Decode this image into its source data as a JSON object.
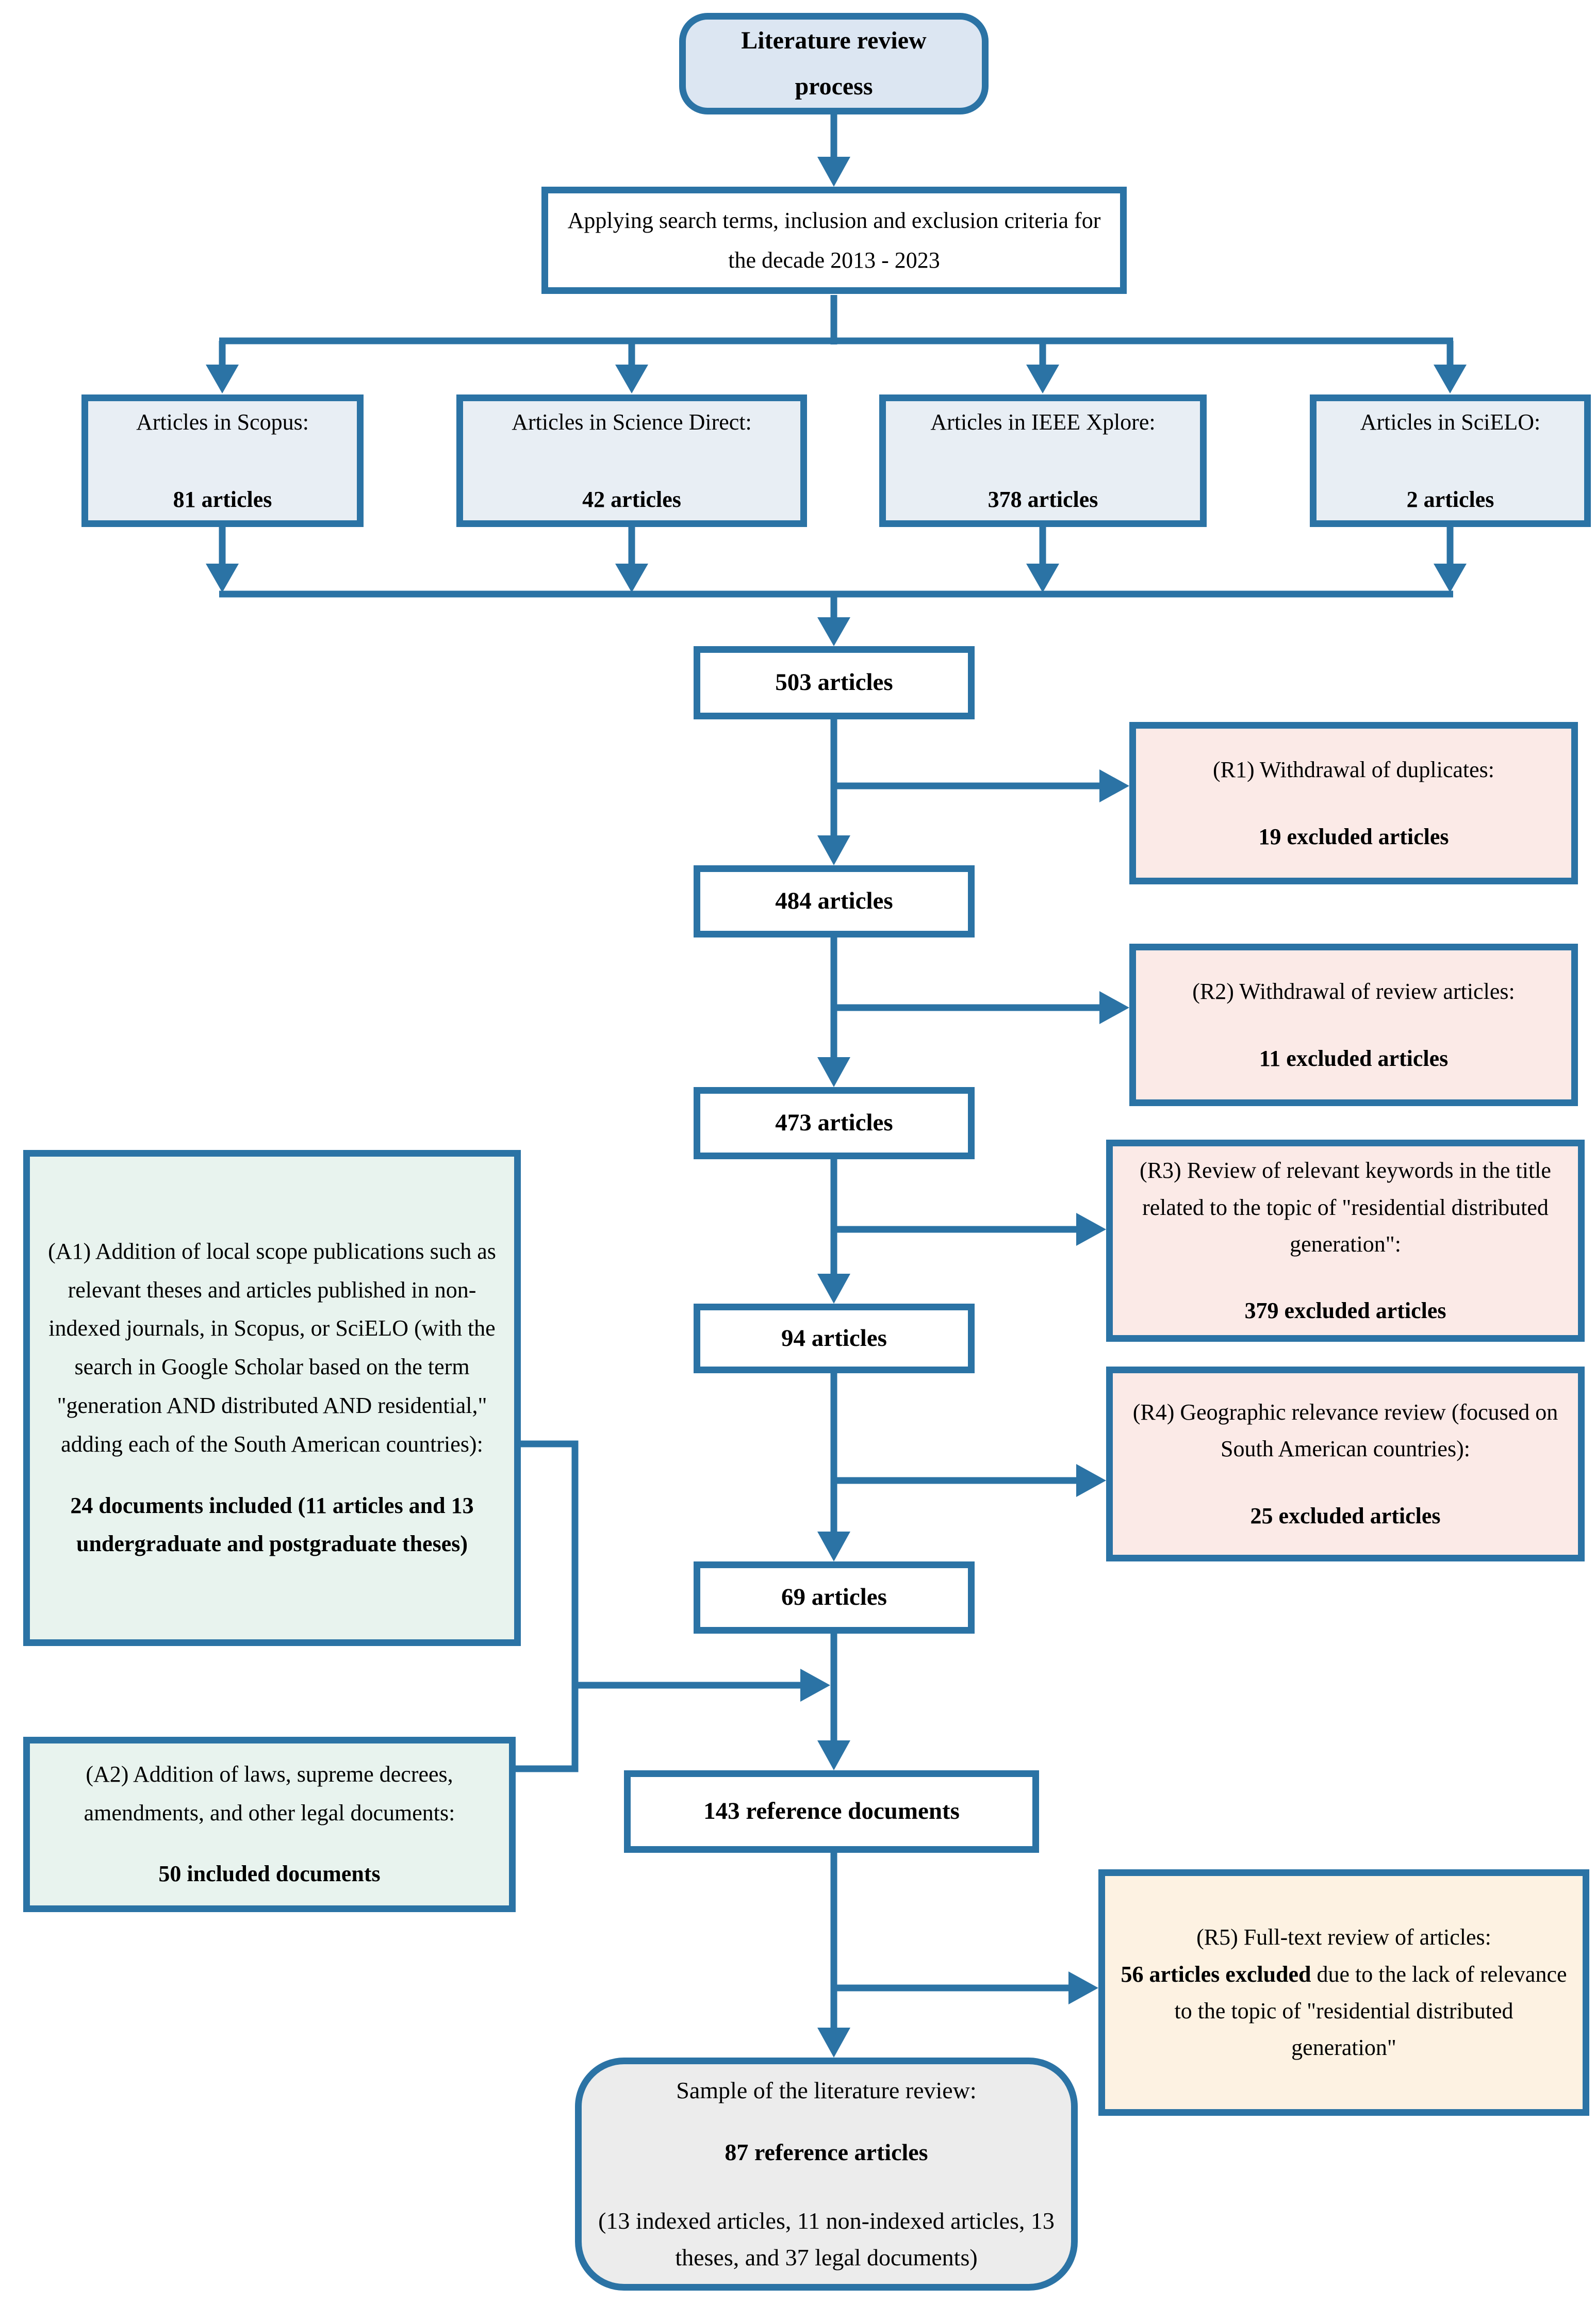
{
  "colors": {
    "accent": "#2b73a5",
    "fill_start": "#dce6f2",
    "fill_source": "#e8eef4",
    "fill_exclusion": "#fbeae7",
    "fill_exclusion_alt": "#fdf2e2",
    "fill_addition": "#e8f3ee",
    "fill_final": "#ececec"
  },
  "nodes": {
    "start": {
      "label": "Literature review process"
    },
    "search": {
      "label": "Applying search terms, inclusion and exclusion criteria for the decade 2013 - 2023"
    },
    "sources": [
      {
        "title": "Articles in Scopus:",
        "count": "81 articles"
      },
      {
        "title": "Articles in Science Direct:",
        "count": "42 articles"
      },
      {
        "title": "Articles in IEEE Xplore:",
        "count": "378 articles"
      },
      {
        "title": "Articles in SciELO:",
        "count": "2 articles"
      }
    ],
    "totals": [
      {
        "label": "503 articles"
      },
      {
        "label": "484 articles"
      },
      {
        "label": "473 articles"
      },
      {
        "label": "94 articles"
      },
      {
        "label": "69 articles"
      },
      {
        "label": "143 reference documents"
      }
    ],
    "exclusions": [
      {
        "id": "R1",
        "title": "(R1) Withdrawal of duplicates:",
        "count": "19 excluded articles"
      },
      {
        "id": "R2",
        "title": "(R2) Withdrawal of review articles:",
        "count": "11 excluded articles"
      },
      {
        "id": "R3",
        "title": "(R3) Review of relevant keywords in the title related to the topic of \"residential distributed generation\":",
        "count": "379 excluded articles"
      },
      {
        "id": "R4",
        "title": "(R4) Geographic relevance review (focused on South American countries):",
        "count": "25 excluded articles"
      },
      {
        "id": "R5",
        "title": "(R5) Full-text review of articles:",
        "count_bold": "56 articles excluded",
        "count_rest": " due to the lack of relevance to the topic of \"residential distributed generation\""
      }
    ],
    "additions": [
      {
        "id": "A1",
        "text": "(A1) Addition of local scope publications such as relevant theses and articles published in non-indexed journals, in Scopus, or SciELO (with the search in Google Scholar based on the term \"generation AND distributed AND residential,\" adding each of the South American countries):",
        "bold": "24 documents included (11 articles and 13 undergraduate and postgraduate theses)"
      },
      {
        "id": "A2",
        "text": "(A2) Addition of laws, supreme decrees, amendments, and other legal documents:",
        "bold": "50 included documents"
      }
    ],
    "final": {
      "title": "Sample of the literature review:",
      "bold": "87 reference articles",
      "detail": "(13 indexed articles, 11 non-indexed articles, 13 theses, and 37 legal documents)"
    }
  }
}
